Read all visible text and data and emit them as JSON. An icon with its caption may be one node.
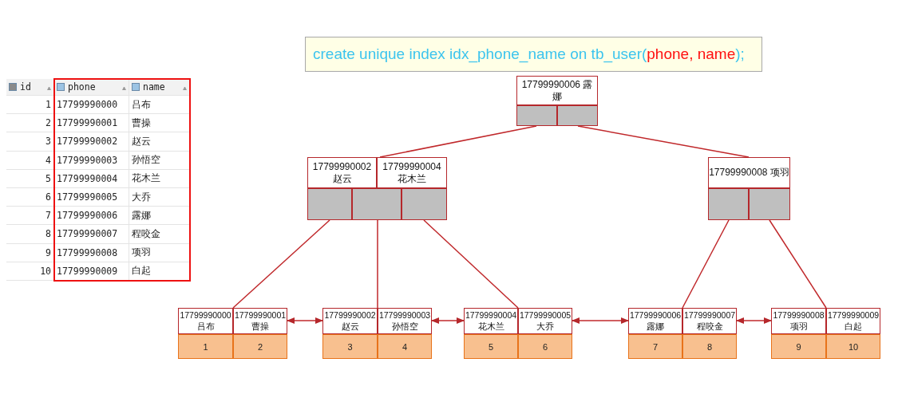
{
  "diagram": {
    "nodes": [
      {
        "text": [
          "create unique index idx_phone_name on tb_user(**phone, name**);"
        ]
      },
      {
        "text": [
          "17799990006 露娜"
        ]
      },
      {
        "text": [
          "17799990002 赵云",
          "17799990004 花木兰"
        ]
      },
      {
        "text": [
          "17799990008 项羽"
        ]
      },
      {
        "text": [
          "17799990000 吕布",
          "17799990001 曹操",
          "1",
          "2"
        ]
      },
      {
        "text": [
          "17799990002 赵云",
          "17799990003 孙悟空",
          "3",
          "4"
        ]
      },
      {
        "text": [
          "17799990004 花木兰",
          "17799990005 大乔",
          "5",
          "6"
        ]
      },
      {
        "text": [
          "17799990006 露娜",
          "17799990007 程咬金",
          "7",
          "8"
        ]
      },
      {
        "text": [
          "17799990008 项羽",
          "17799990009 白起",
          "9",
          "10"
        ]
      }
    ],
    "edges": [
      {
        "from": 1,
        "to": 2,
        "arrow": "none"
      },
      {
        "from": 1,
        "to": 3,
        "arrow": "none"
      },
      {
        "from": 2,
        "to": 4,
        "arrow": "none"
      },
      {
        "from": 2,
        "to": 5,
        "arrow": "none"
      },
      {
        "from": 2,
        "to": 6,
        "arrow": "none"
      },
      {
        "from": 3,
        "to": 7,
        "arrow": "none"
      },
      {
        "from": 3,
        "to": 8,
        "arrow": "none"
      },
      {
        "from": 4,
        "to": 5,
        "arrow": "both"
      },
      {
        "from": 5,
        "to": 6,
        "arrow": "both"
      },
      {
        "from": 6,
        "to": 7,
        "arrow": "both"
      },
      {
        "from": 7,
        "to": 8,
        "arrow": "both"
      }
    ],
    "labels": [
      "id",
      "phone",
      "name",
      "1",
      "17799990000",
      "吕布",
      "2",
      "17799990001",
      "曹操",
      "3",
      "17799990002",
      "赵云",
      "4",
      "17799990003",
      "孙悟空",
      "5",
      "17799990004",
      "花木兰",
      "6",
      "17799990005",
      "大乔",
      "7",
      "17799990006",
      "露娜",
      "8",
      "17799990007",
      "程咬金",
      "9",
      "17799990008",
      "项羽",
      "10",
      "17799990009",
      "白起"
    ]
  }
}
